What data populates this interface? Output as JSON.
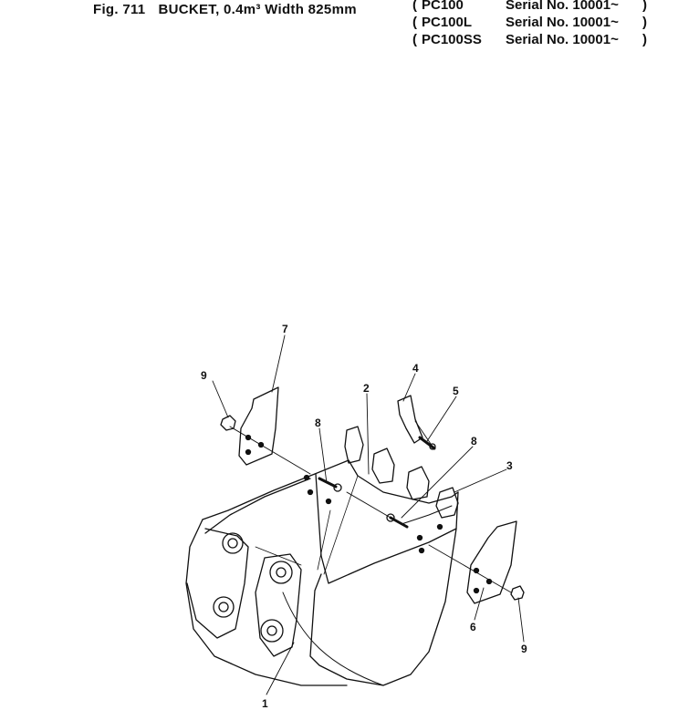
{
  "header": {
    "fig_number": "Fig. 711",
    "title": "BUCKET, 0.4m³ Width 825mm",
    "serials": [
      {
        "model": "PC100",
        "serial": "Serial No. 10001~"
      },
      {
        "model": "PC100L",
        "serial": "Serial No. 10001~"
      },
      {
        "model": "PC100SS",
        "serial": "Serial No. 10001~"
      }
    ]
  },
  "callouts": {
    "bucket": "1",
    "tooth_adapter": "2",
    "side_cutter_right": "3",
    "tooth": "4",
    "pin": "5",
    "side_cutter_plate_right": "6",
    "side_cutter_plate_left": "7",
    "bolt_left": "8",
    "bolt_right": "8",
    "nut_left": "9",
    "nut_right": "9"
  }
}
